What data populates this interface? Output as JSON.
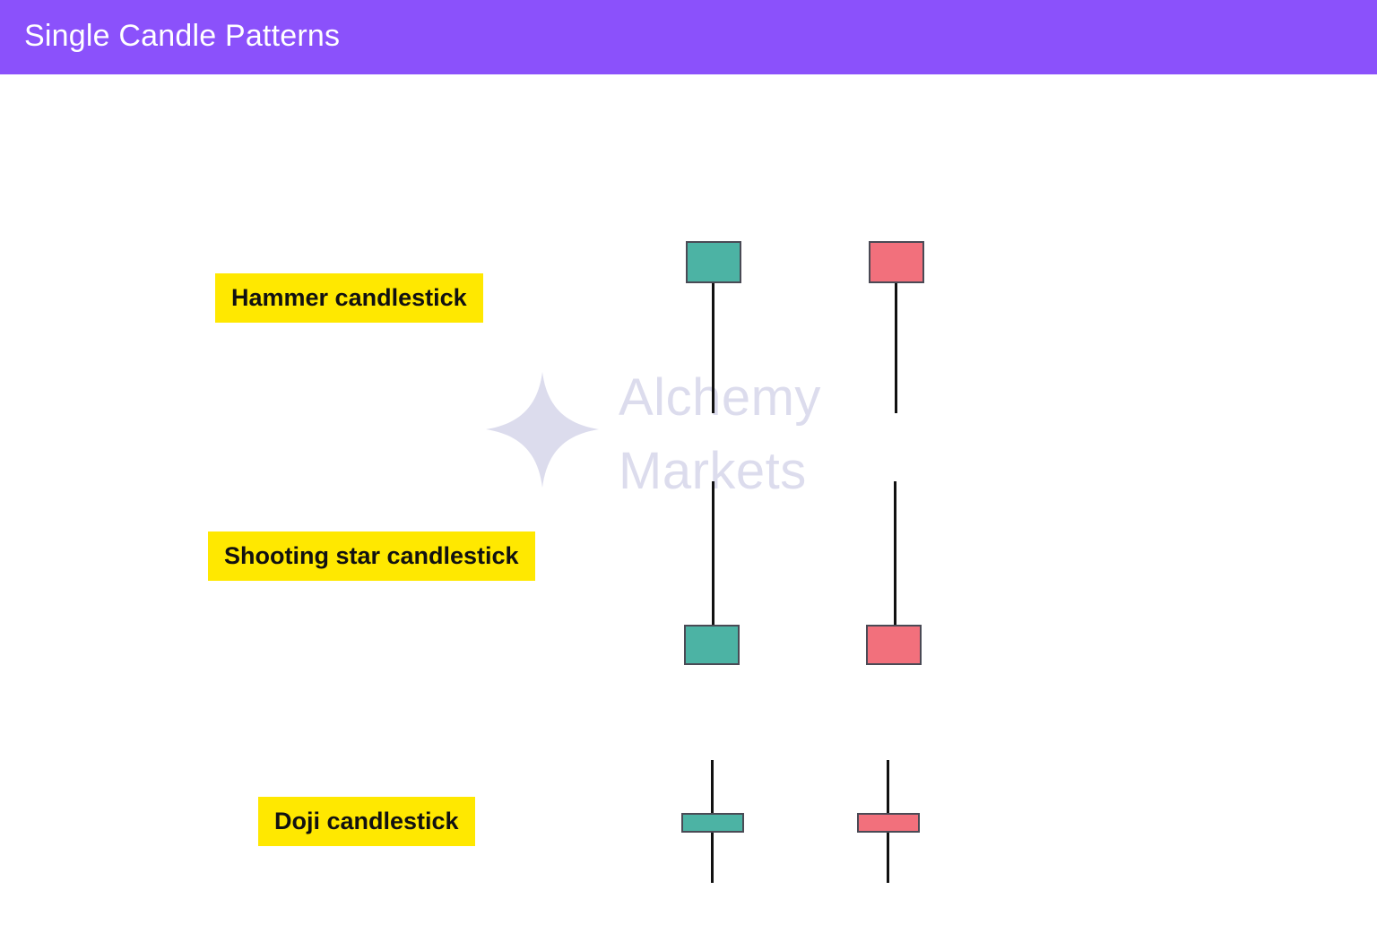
{
  "header": {
    "title": "Single Candle Patterns",
    "background_color": "#8b51fb",
    "text_color": "#ffffff"
  },
  "watermark": {
    "line1": "Alchemy",
    "line2": "Markets",
    "logo_name": "alchemy-diamond-logo",
    "color": "#dcdced"
  },
  "theme": {
    "label_background": "#ffe800",
    "label_text": "#111111",
    "bullish_body": "#4cb3a4",
    "bearish_body": "#f2707c",
    "wick": "#111111",
    "body_border": "#4a4a55",
    "canvas_background": "#ffffff"
  },
  "patterns": [
    {
      "id": "hammer",
      "label": "Hammer candlestick",
      "candles": [
        {
          "direction": "bullish",
          "body_position": "top",
          "wick": "lower"
        },
        {
          "direction": "bearish",
          "body_position": "top",
          "wick": "lower"
        }
      ]
    },
    {
      "id": "shooting-star",
      "label": "Shooting star candlestick",
      "candles": [
        {
          "direction": "bullish",
          "body_position": "bottom",
          "wick": "upper"
        },
        {
          "direction": "bearish",
          "body_position": "bottom",
          "wick": "upper"
        }
      ]
    },
    {
      "id": "doji",
      "label": "Doji candlestick",
      "candles": [
        {
          "direction": "bullish",
          "body_position": "middle",
          "wick": "both"
        },
        {
          "direction": "bearish",
          "body_position": "middle",
          "wick": "both"
        }
      ]
    }
  ]
}
